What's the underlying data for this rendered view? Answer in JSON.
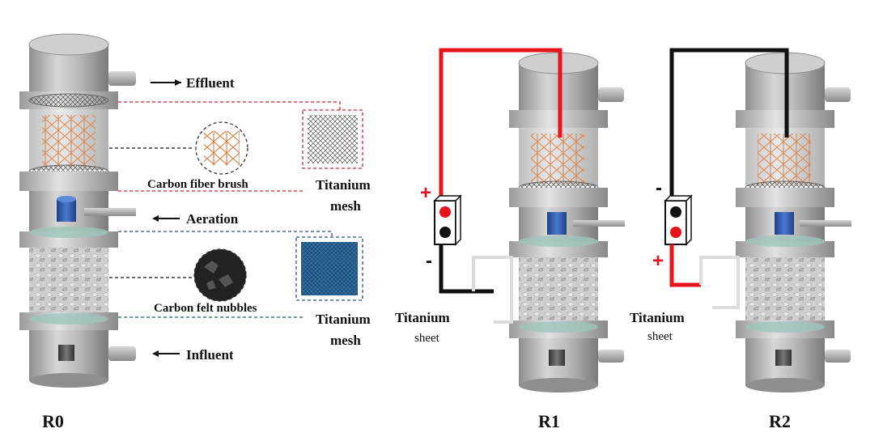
{
  "reactors": {
    "r0": {
      "label": "R0"
    },
    "r1": {
      "label": "R1"
    },
    "r2": {
      "label": "R2"
    }
  },
  "annotations": {
    "effluent": "Effluent",
    "aeration": "Aeration",
    "influent": "Influent",
    "carbon_fiber_brush": "Carbon fiber brush",
    "carbon_felt_nubbles": "Carbon felt nubbles",
    "titanium_mesh_top_1": "Titanium",
    "titanium_mesh_top_2": "mesh",
    "titanium_mesh_bottom_1": "Titanium",
    "titanium_mesh_bottom_2": "mesh",
    "titanium_sheet_r1_1": "Titanium",
    "titanium_sheet_r1_2": "sheet",
    "titanium_sheet_r2_1": "Titanium",
    "titanium_sheet_r2_2": "sheet"
  },
  "polarity": {
    "r1_top": "+",
    "r1_bottom": "-",
    "r2_top": "-",
    "r2_bottom": "+"
  },
  "colors": {
    "positive_wire": "#e8141b",
    "negative_wire": "#111111",
    "reactor_body": "#a9a9a9",
    "titanium_mesh_dash_red": "#d9232e",
    "titanium_mesh_dash_blue": "#2f4f8f",
    "carbon_fiber": "#d9834a",
    "aeration_stone": "#2f5fb5"
  }
}
